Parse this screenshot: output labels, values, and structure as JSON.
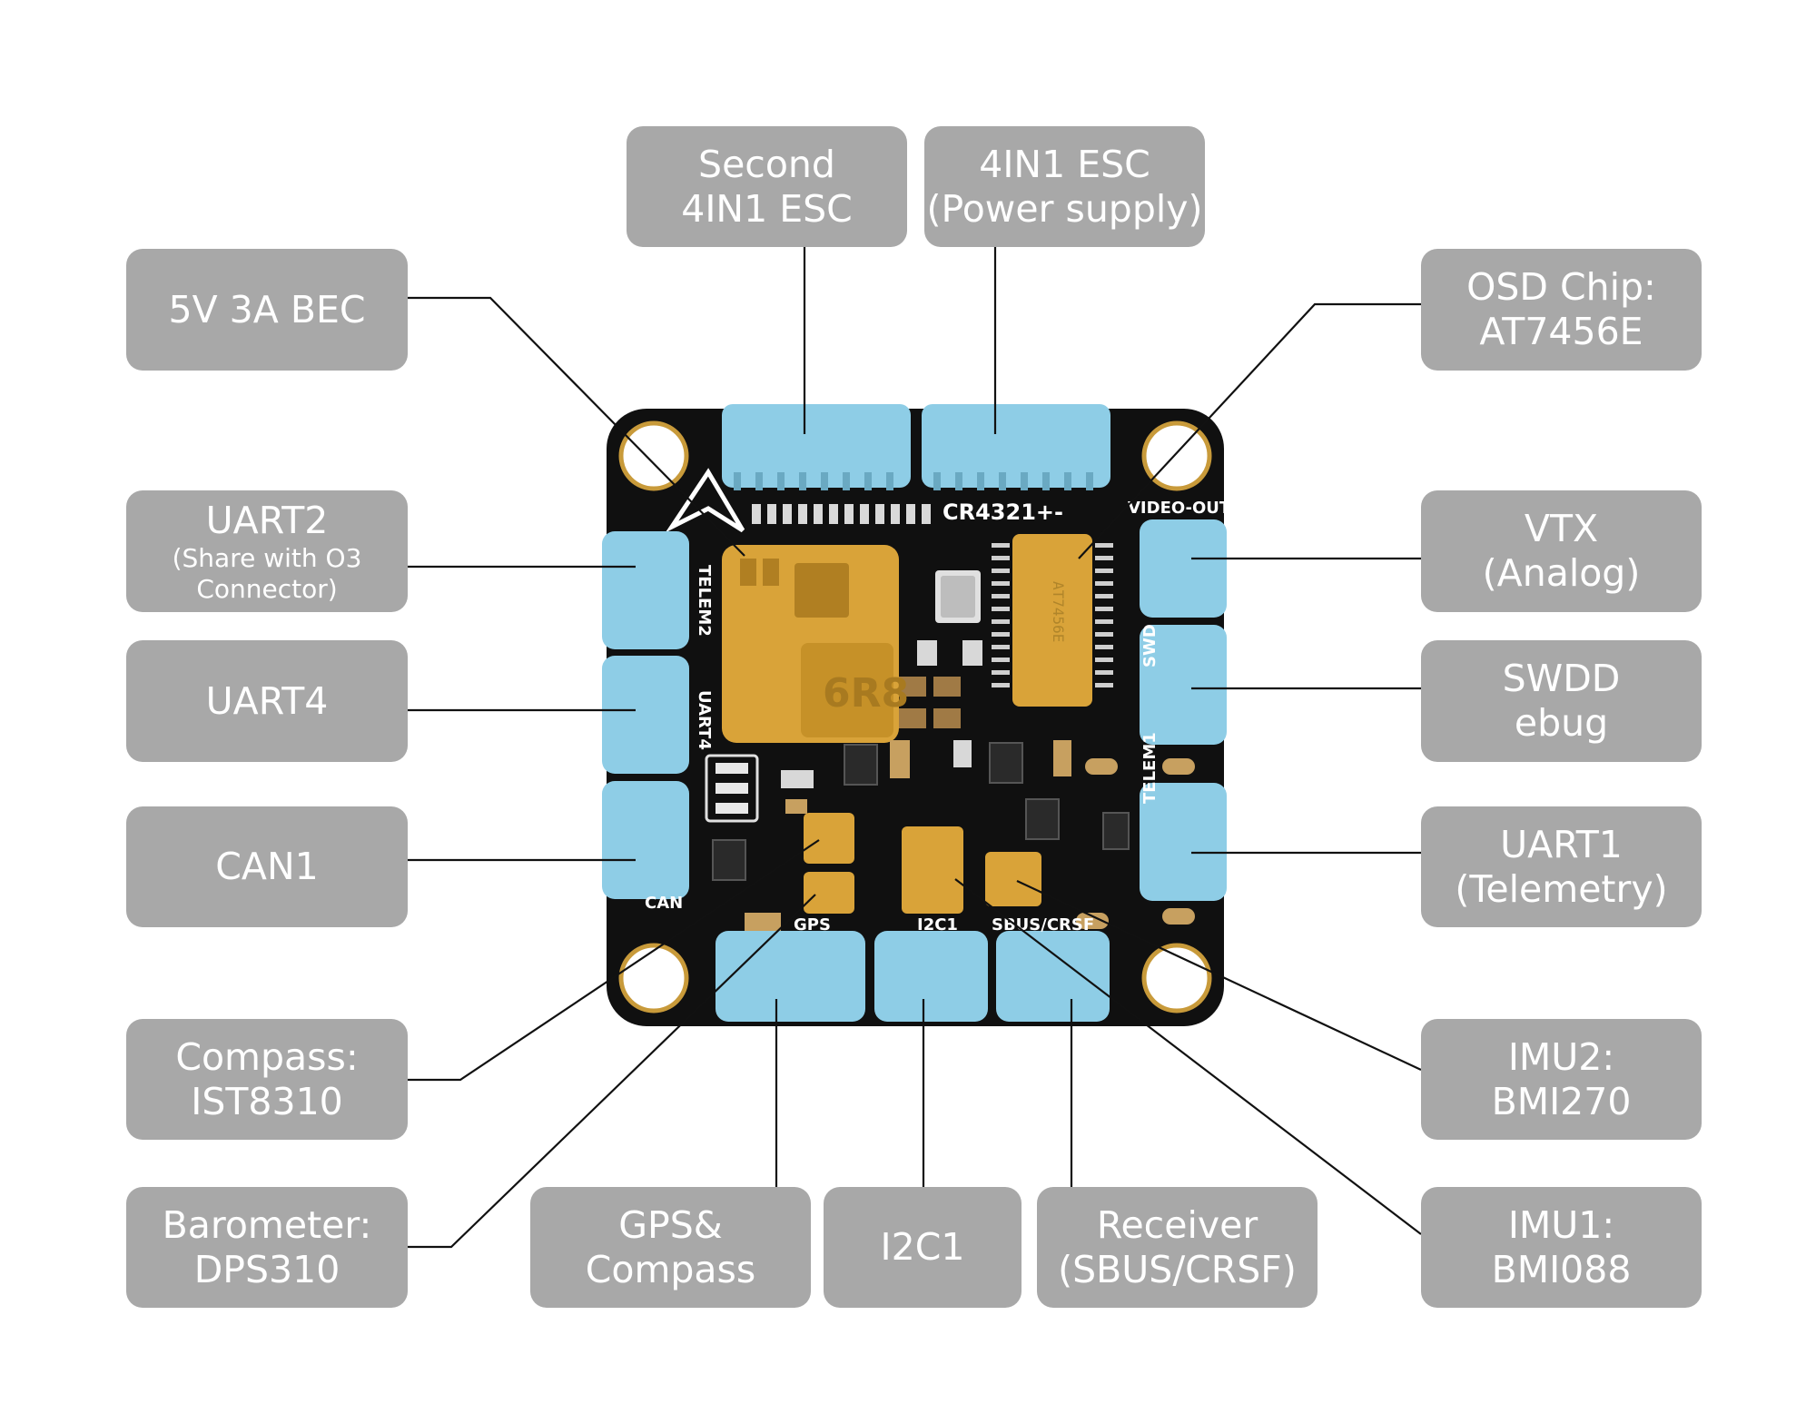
{
  "labels": {
    "bec": {
      "line1": "5V 3A BEC"
    },
    "second_esc": {
      "line1": "Second",
      "line2": "4IN1 ESC"
    },
    "power_esc": {
      "line1": "4IN1 ESC",
      "line2": "(Power supply)"
    },
    "osd": {
      "line1": "OSD Chip:",
      "line2": "AT7456E"
    },
    "uart2": {
      "line1": "UART2",
      "line2": "(Share with O3",
      "line3": "Connector)"
    },
    "vtx": {
      "line1": "VTX",
      "line2": "(Analog)"
    },
    "uart4": {
      "line1": "UART4"
    },
    "swd": {
      "line1": "SWDD",
      "line2": "ebug"
    },
    "can1": {
      "line1": "CAN1"
    },
    "uart1": {
      "line1": "UART1",
      "line2": "(Telemetry)"
    },
    "compass": {
      "line1": "Compass:",
      "line2": "IST8310"
    },
    "imu2": {
      "line1": "IMU2:",
      "line2": "BMI270"
    },
    "baro": {
      "line1": "Barometer:",
      "line2": "DPS310"
    },
    "gps": {
      "line1": "GPS&",
      "line2": "Compass"
    },
    "i2c1": {
      "line1": "I2C1"
    },
    "receiver": {
      "line1": "Receiver",
      "line2": "(SBUS/CRSF)"
    },
    "imu1": {
      "line1": "IMU1:",
      "line2": "BMI088"
    }
  },
  "silkscreen": {
    "board_name": "CR4321+-",
    "video_out": "VIDEO-OUT",
    "telem2": "TELEM2",
    "uart4": "UART4",
    "can": "CAN",
    "gps": "GPS",
    "i2c1": "I2C1",
    "sbus_crsf": "SBUS/CRSF",
    "swd": "SWD",
    "telem1": "TELEM1",
    "inductor": "6R8",
    "osd_chip_mark": "AT7456E"
  },
  "colors": {
    "label_bg": "#a8a8a8",
    "board": "#101010",
    "connector": "#8ecde6",
    "gold": "#d9a339",
    "leader_line": "#111111"
  }
}
